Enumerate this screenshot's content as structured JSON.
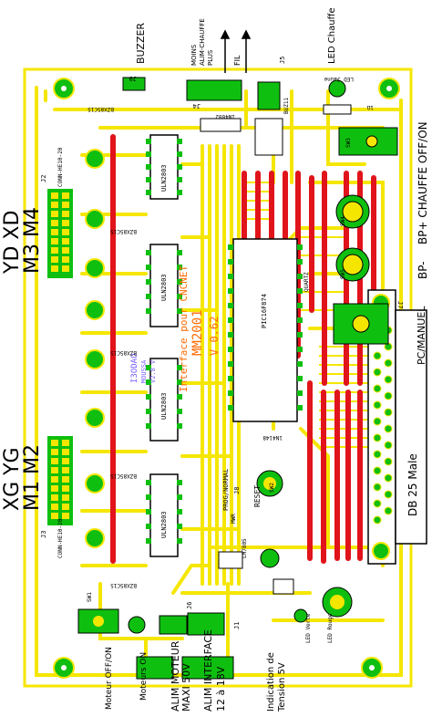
{
  "board": {
    "colors": {
      "copper": "#f5e600",
      "pad": "#0fbf10",
      "red": "#e0141a",
      "silk": "#000000",
      "background": "#ffffff",
      "purple": "#7a5cff",
      "orange": "#ff6a00"
    },
    "title_lines": [
      "Interface pour CNCNET",
      "MM2001",
      "V 0.62"
    ],
    "vendor_lines": [
      "I3ODAO",
      "MOUSSA",
      "V2.8 V"
    ]
  },
  "external_labels": {
    "buzzer": "BUZZER",
    "alim_group": [
      "MOINS",
      "ALIM-CHAUFFE",
      "PLUS"
    ],
    "fil": "FIL",
    "led_chauffe": "LED Chauffe",
    "bp_chauffe": "BP+ CHAUFFE OFF/ON",
    "bp_minus": "BP-",
    "pc_manuel": "PC/MANUEL",
    "db25": "DB 25 Male",
    "motor_right": [
      "YD XD",
      "M3 M4"
    ],
    "motor_left": [
      "XG YG",
      "M1 M2"
    ],
    "moteur_onoff": "Moteur OFF/ON",
    "moteurs_on": "Moteurs ON",
    "alim_moteur": [
      "ALIM MOTEUR",
      "MAXI 50V"
    ],
    "alim_interface": [
      "ALIM INTERFACE",
      "12 à 18V"
    ],
    "indication": [
      "Indication de",
      "Tension 5V"
    ]
  },
  "silk": {
    "j9": "J9",
    "j4": "J4",
    "j2": "J2",
    "j3": "J3",
    "j1": "J1",
    "j5": "J5",
    "j6": "J6",
    "j7": "J7",
    "j8": "J8",
    "conn_top": "CONN-HE10-20",
    "conn_bottom": "CONN-HE10-20",
    "uln": "ULN2803",
    "bzx": "BZX85C15",
    "pic": "PIC16F874",
    "quartz": "QUARTZ",
    "reset": "RESET",
    "prog": "PROG/NORMAL",
    "led_jaune": "LED Jaune",
    "led_rouge": "LED Rouge",
    "led_verte": "LED Verte",
    "bzr": "BUZ11",
    "diode": "1N4002",
    "diode2": "1N4148",
    "reg": "LM7805",
    "mwr": "MWR",
    "sw": [
      "SW1",
      "SW2",
      "SW3",
      "SW4",
      "SW5"
    ],
    "r10": "1Ω"
  }
}
